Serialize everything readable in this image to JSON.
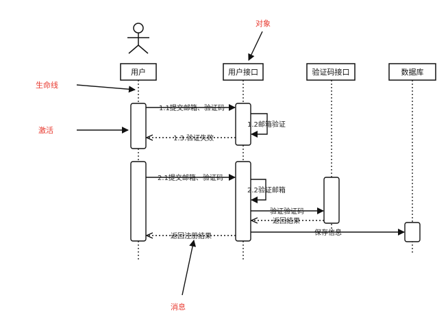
{
  "lifelines": [
    {
      "id": "user",
      "label": "用户"
    },
    {
      "id": "user_api",
      "label": "用户接口"
    },
    {
      "id": "captcha_api",
      "label": "验证码接口"
    },
    {
      "id": "db",
      "label": "数据库"
    }
  ],
  "messages": {
    "m11": "1.1提交邮箱、验证码",
    "m12": "1.2邮箱验证",
    "m13": "1.3.验证失败",
    "m21": "2.1提交邮箱、验证码",
    "m22": "2.2验证邮箱",
    "m23": "验证验证码",
    "m24": "返回结果",
    "m25": "保存信息",
    "m26": "返回注册结果"
  },
  "annotations": {
    "object": "对象",
    "lifeline": "生命线",
    "activation": "激活",
    "message": "消息"
  },
  "colors": {
    "annotation": "#e8392f",
    "line": "#111111"
  }
}
